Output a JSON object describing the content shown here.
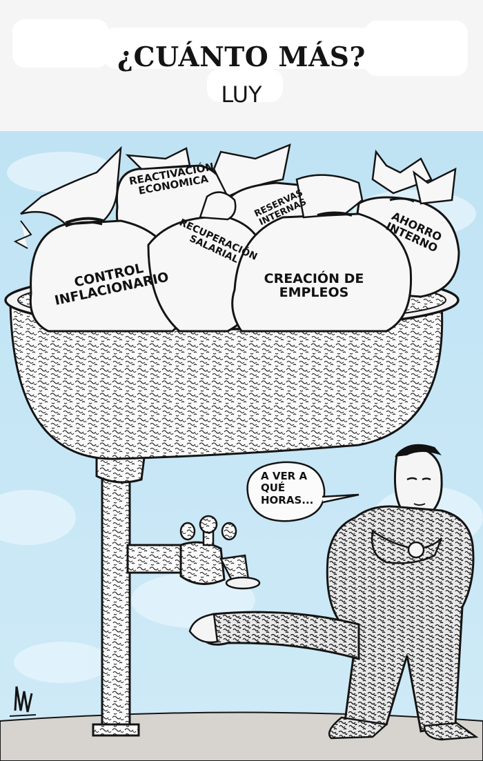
{
  "header": {
    "title": "¿CUÁNTO MÁS?",
    "author": "LUY"
  },
  "cartoon": {
    "sacks": [
      {
        "label": "CONTROL INFLACIONARIO"
      },
      {
        "label": "REACTIVACIÓN ECONOMICA"
      },
      {
        "label": "RECUPERACIÓN SALARIAL"
      },
      {
        "label": "RESERVAS INTERNAS"
      },
      {
        "label": "CREACIÓN DE EMPLEOS"
      },
      {
        "label": "AHORRO INTERNO"
      }
    ],
    "speech_bubble": "A VER A QUÉ HORAS...",
    "signature": "Luy"
  },
  "colors": {
    "sky": "#bfe3f4",
    "sky_light": "#e3f3fb",
    "ink": "#141414",
    "paper": "#f5f5f5",
    "ground": "#d7d4cf"
  }
}
